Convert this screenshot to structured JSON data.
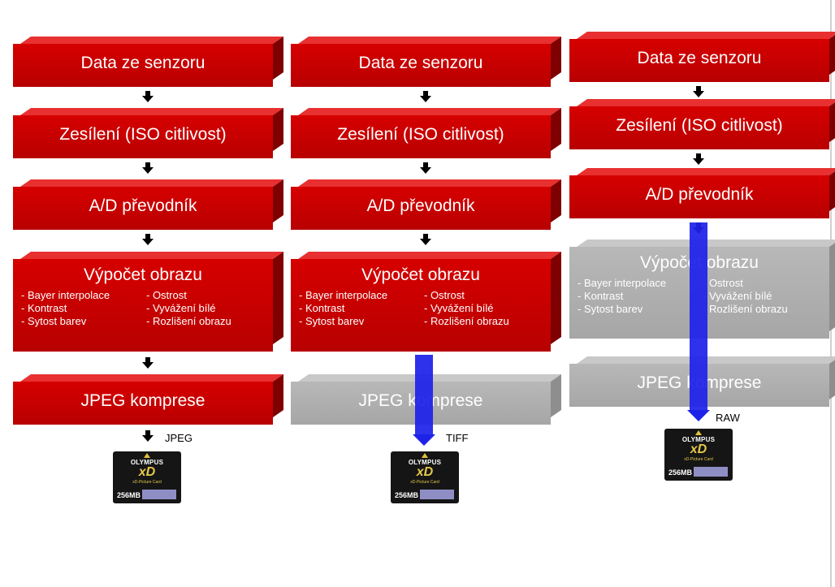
{
  "colors": {
    "stage_active": "#c80000",
    "stage_skipped": "#aaaaaa",
    "bypass_arrow": "#1e22e8"
  },
  "columns": [
    {
      "stages": {
        "sensor": "Data ze senzoru",
        "iso": "Zesílení (ISO citlivost)",
        "adc": "A/D převodník",
        "calc_title": "Výpočet obrazu",
        "features": [
          "- Bayer interpolace",
          "- Ostrost",
          "- Kontrast",
          "- Vyvážení bílé",
          "- Sytost barev",
          "- Rozlišení obrazu"
        ],
        "jpeg": "JPEG komprese"
      },
      "output_format": "JPEG",
      "card": {
        "brand": "OLYMPUS",
        "logo": "xD",
        "sub": "xD-Picture Card",
        "size": "256MB"
      }
    },
    {
      "stages": {
        "sensor": "Data ze senzoru",
        "iso": "Zesílení (ISO citlivost)",
        "adc": "A/D převodník",
        "calc_title": "Výpočet obrazu",
        "features": [
          "- Bayer interpolace",
          "- Ostrost",
          "- Kontrast",
          "- Vyvážení bílé",
          "- Sytost barev",
          "- Rozlišení obrazu"
        ],
        "jpeg": "JPEG komprese"
      },
      "output_format": "TIFF",
      "card": {
        "brand": "OLYMPUS",
        "logo": "xD",
        "sub": "xD-Picture Card",
        "size": "256MB"
      }
    },
    {
      "stages": {
        "sensor": "Data ze senzoru",
        "iso": "Zesílení (ISO citlivost)",
        "adc": "A/D převodník",
        "calc_title": "Výpočet obrazu",
        "features": [
          "- Bayer interpolace",
          "- Ostrost",
          "- Kontrast",
          "- Vyvážení bílé",
          "- Sytost barev",
          "- Rozlišení obrazu"
        ],
        "jpeg": "JPEG komprese"
      },
      "output_format": "RAW",
      "card": {
        "brand": "OLYMPUS",
        "logo": "xD",
        "sub": "xD-Picture Card",
        "size": "256MB"
      }
    }
  ]
}
